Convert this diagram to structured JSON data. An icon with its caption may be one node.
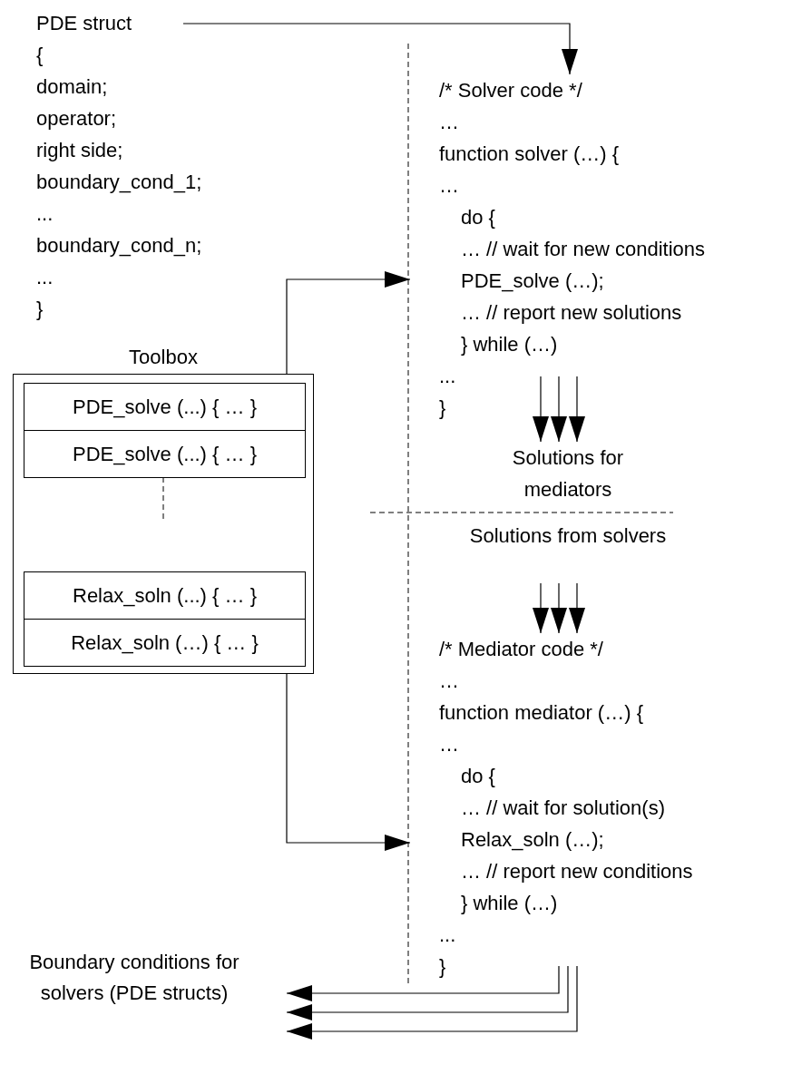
{
  "diagram": {
    "nodes": [
      {
        "text": [
          "PDE struct",
          "{",
          "domain;",
          "operator;",
          "right side;",
          "boundary_cond_1;",
          "...",
          "boundary_cond_n;",
          "...",
          "}"
        ]
      },
      {
        "text": [
          "/* Solver code */",
          "…",
          "function solver (…) {",
          "…",
          "do {",
          "… // wait for new conditions",
          "PDE_solve (…);",
          "… // report new solutions",
          "} while (…)",
          "...",
          "}"
        ]
      },
      {
        "text": [
          "Toolbox"
        ]
      },
      {
        "text": [
          "PDE_solve (...) { … }"
        ],
        "in": 2
      },
      {
        "text": [
          "PDE_solve (...) { … }"
        ],
        "in": 2
      },
      {
        "text": [
          "Relax_soln (...) { … }"
        ],
        "in": 2
      },
      {
        "text": [
          "Relax_soln (…) { … }"
        ],
        "in": 2
      },
      {
        "text": [
          "Solutions for mediators"
        ]
      },
      {
        "text": [
          "Solutions from solvers"
        ]
      },
      {
        "text": [
          "/* Mediator code */",
          "…",
          "function mediator (…) {",
          "…",
          "do {",
          "… // wait for solution(s)",
          "Relax_soln (…);",
          "… // report new conditions",
          "} while (…)",
          "...",
          "}"
        ]
      },
      {
        "text": [
          "Boundary conditions for solvers (PDE structs)"
        ]
      }
    ],
    "edges": [
      {
        "from": 0,
        "to": 1,
        "arrow": "to"
      },
      {
        "from": 2,
        "to": 1,
        "arrow": "to"
      },
      {
        "from": 1,
        "to": 7,
        "arrow": "to"
      },
      {
        "from": 1,
        "to": 7,
        "arrow": "to"
      },
      {
        "from": 1,
        "to": 7,
        "arrow": "to"
      },
      {
        "from": 8,
        "to": 9,
        "arrow": "to"
      },
      {
        "from": 8,
        "to": 9,
        "arrow": "to"
      },
      {
        "from": 8,
        "to": 9,
        "arrow": "to"
      },
      {
        "from": 2,
        "to": 9,
        "arrow": "to"
      },
      {
        "from": 9,
        "to": 10,
        "arrow": "to"
      },
      {
        "from": 9,
        "to": 10,
        "arrow": "to"
      },
      {
        "from": 9,
        "to": 10,
        "arrow": "to"
      }
    ]
  }
}
